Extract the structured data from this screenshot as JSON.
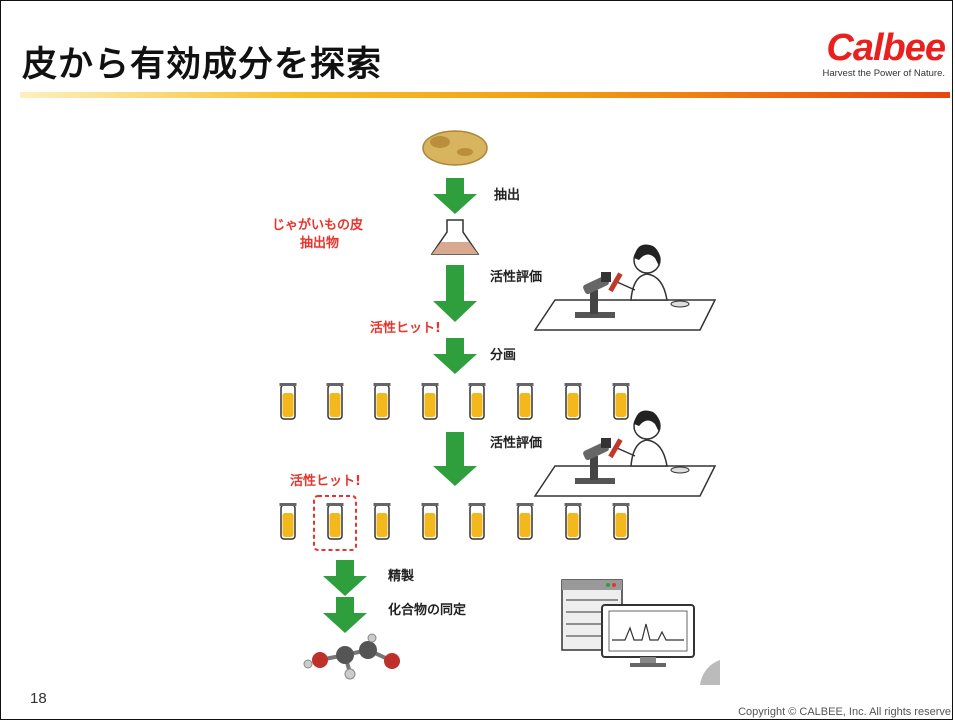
{
  "slide": {
    "title": "皮から有効成分を探索",
    "page_number": "18",
    "copyright": "Copyright ©  CALBEE, Inc. All rights reserve"
  },
  "logo": {
    "wordmark": "Calbee",
    "tagline": "Harvest the Power of Nature.",
    "color": "#e8211e"
  },
  "flow": {
    "extract_label": "抽出",
    "product_label_line1": "じゃがいもの皮",
    "product_label_line2": "抽出物",
    "assay1_label": "活性評価",
    "hit1_label": "活性ヒット!",
    "fractionate_label": "分画",
    "assay2_label": "活性評価",
    "hit2_label": "活性ヒット!",
    "purify_label": "精製",
    "identify_label": "化合物の同定"
  },
  "colors": {
    "arrow": "#2f9e3c",
    "tube_fill": "#f2b81c",
    "highlight": "#e8342c"
  }
}
